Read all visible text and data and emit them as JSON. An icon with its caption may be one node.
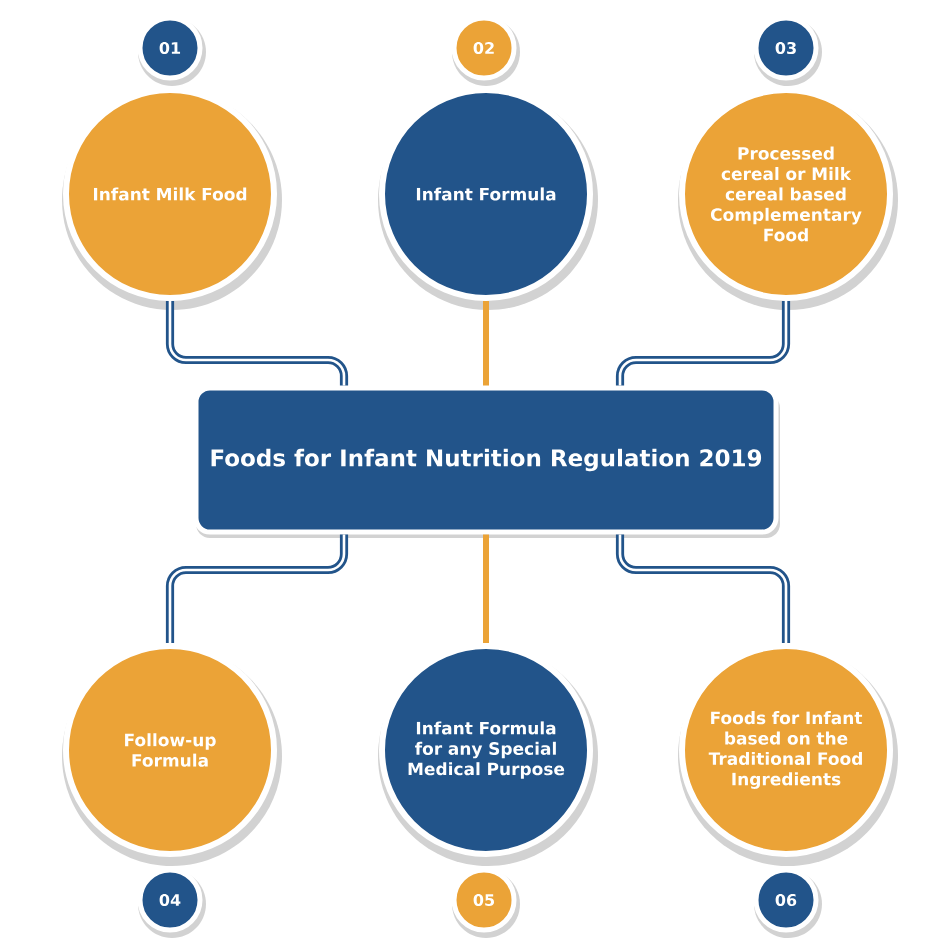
{
  "diagram": {
    "nodes": [
      {
        "text": [
          "01"
        ]
      },
      {
        "text": [
          "Infant Milk Food"
        ]
      },
      {
        "text": [
          "02"
        ]
      },
      {
        "text": [
          "Infant Formula"
        ]
      },
      {
        "text": [
          "03"
        ]
      },
      {
        "text": [
          "Processed cereal or Milk cereal based Complementary Food"
        ]
      },
      {
        "text": [
          "Foods for Infant Nutrition Regulation 2019"
        ]
      },
      {
        "text": [
          "Follow-up Formula"
        ]
      },
      {
        "text": [
          "Infant Formula for any Special Medical Purpose"
        ]
      },
      {
        "text": [
          "Foods for Infant based on the Traditional Food Ingredients"
        ]
      },
      {
        "text": [
          "04"
        ]
      },
      {
        "text": [
          "05"
        ]
      },
      {
        "text": [
          "06"
        ]
      }
    ],
    "edges": [
      {
        "from": 6,
        "to": 1,
        "arrow": "none"
      },
      {
        "from": 6,
        "to": 3,
        "arrow": "none",
        "color": "#eba337"
      },
      {
        "from": 6,
        "to": 5,
        "arrow": "none"
      },
      {
        "from": 6,
        "to": 7,
        "arrow": "none"
      },
      {
        "from": 6,
        "to": 8,
        "arrow": "none",
        "color": "#eba337"
      },
      {
        "from": 6,
        "to": 9,
        "arrow": "none"
      }
    ]
  }
}
